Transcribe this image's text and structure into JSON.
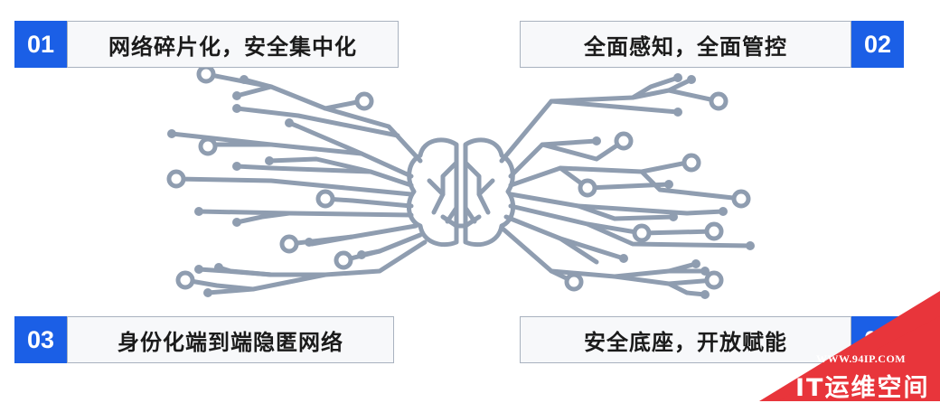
{
  "cards": [
    {
      "number": "01",
      "label": "网络碎片化，安全集中化"
    },
    {
      "number": "02",
      "label": "全面感知，全面管控"
    },
    {
      "number": "03",
      "label": "身份化端到端隐匿网络"
    },
    {
      "number": "04",
      "label": "安全底座，开放赋能"
    }
  ],
  "watermark": {
    "url": "WWW.94IP.COM",
    "name": "IT运维空间"
  },
  "colors": {
    "accent": "#1b5fe6",
    "circuit": "#8f9db0",
    "watermark": "#e8353b"
  }
}
